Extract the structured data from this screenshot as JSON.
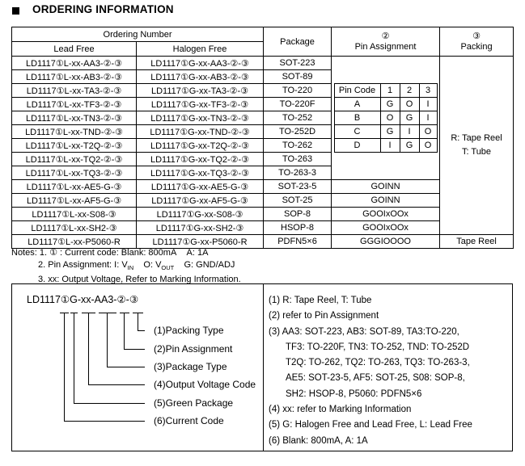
{
  "title": "ORDERING INFORMATION",
  "table": {
    "headers": {
      "ordering_number": "Ordering Number",
      "lead_free": "Lead Free",
      "halogen_free": "Halogen Free",
      "package": "Package",
      "pin_assignment_num": "②",
      "pin_assignment": "Pin Assignment",
      "packing_num": "③",
      "packing": "Packing"
    },
    "rows": [
      {
        "lead": "LD1117①L-xx-AA3-②-③",
        "halogen": "LD1117①G-xx-AA3-②-③",
        "package": "SOT-223"
      },
      {
        "lead": "LD1117①L-xx-AB3-②-③",
        "halogen": "LD1117①G-xx-AB3-②-③",
        "package": "SOT-89"
      },
      {
        "lead": "LD1117①L-xx-TA3-②-③",
        "halogen": "LD1117①G-xx-TA3-②-③",
        "package": "TO-220"
      },
      {
        "lead": "LD1117①L-xx-TF3-②-③",
        "halogen": "LD1117①G-xx-TF3-②-③",
        "package": "TO-220F"
      },
      {
        "lead": "LD1117①L-xx-TN3-②-③",
        "halogen": "LD1117①G-xx-TN3-②-③",
        "package": "TO-252"
      },
      {
        "lead": "LD1117①L-xx-TND-②-③",
        "halogen": "LD1117①G-xx-TND-②-③",
        "package": "TO-252D"
      },
      {
        "lead": "LD1117①L-xx-T2Q-②-③",
        "halogen": "LD1117①G-xx-T2Q-②-③",
        "package": "TO-262"
      },
      {
        "lead": "LD1117①L-xx-TQ2-②-③",
        "halogen": "LD1117①G-xx-TQ2-②-③",
        "package": "TO-263"
      },
      {
        "lead": "LD1117①L-xx-TQ3-②-③",
        "halogen": "LD1117①G-xx-TQ3-②-③",
        "package": "TO-263-3"
      },
      {
        "lead": "LD1117①L-xx-AE5-G-③",
        "halogen": "LD1117①G-xx-AE5-G-③",
        "package": "SOT-23-5",
        "pin": "GOINN"
      },
      {
        "lead": "LD1117①L-xx-AF5-G-③",
        "halogen": "LD1117①G-xx-AF5-G-③",
        "package": "SOT-25",
        "pin": "GOINN"
      },
      {
        "lead": "LD1117①L-xx-S08-③",
        "halogen": "LD1117①G-xx-S08-③",
        "package": "SOP-8",
        "pin": "GOOIxOOx"
      },
      {
        "lead": "LD1117①L-xx-SH2-③",
        "halogen": "LD1117①G-xx-SH2-③",
        "package": "HSOP-8",
        "pin": "GOOIxOOx"
      },
      {
        "lead": "LD1117①L-xx-P5060-R",
        "halogen": "LD1117①G-xx-P5060-R",
        "package": "PDFN5×6",
        "pin": "GGGIOOOO",
        "packing": "Tape Reel"
      }
    ],
    "packing_span": {
      "line1": "R: Tape Reel",
      "line2": "T: Tube"
    },
    "pin_table": {
      "headers": [
        "Pin Code",
        "1",
        "2",
        "3"
      ],
      "rows": [
        [
          "A",
          "G",
          "O",
          "I"
        ],
        [
          "B",
          "O",
          "G",
          "I"
        ],
        [
          "C",
          "G",
          "I",
          "O"
        ],
        [
          "D",
          "I",
          "G",
          "O"
        ]
      ]
    }
  },
  "notes": {
    "line1": "Notes: 1. ① : Current code: Blank: 800mA    A: 1A",
    "line2": {
      "a": "2. Pin Assignment: I: V",
      "a_sub": "IN",
      "b": "    O: V",
      "b_sub": "OUT",
      "c": "    G: GND/ADJ"
    },
    "line3": "3. xx: Output Voltage, Refer to Marking Information."
  },
  "diagram": {
    "part_number": "LD1117①G-xx-AA3-②-③",
    "labels": [
      "(1)Packing Type",
      "(2)Pin Assignment",
      "(3)Package Type",
      "(4)Output Voltage Code",
      "(5)Green Package",
      "(6)Current Code"
    ]
  },
  "legend": {
    "lines": [
      {
        "text": "(1) R: Tape Reel, T: Tube"
      },
      {
        "text": "(2) refer to Pin Assignment"
      },
      {
        "text": "(3) AA3: SOT-223, AB3: SOT-89, TA3:TO-220,"
      },
      {
        "text": "TF3: TO-220F, TN3: TO-252, TND: TO-252D"
      },
      {
        "text": "T2Q: TO-262, TQ2: TO-263, TQ3: TO-263-3,"
      },
      {
        "text": "AE5: SOT-23-5, AF5: SOT-25, S08: SOP-8,"
      },
      {
        "text": "SH2: HSOP-8, P5060: PDFN5×6"
      },
      {
        "text": "(4) xx: refer to Marking Information"
      },
      {
        "text": "(5) G: Halogen Free and Lead Free, L: Lead Free"
      },
      {
        "text": "(6) Blank: 800mA, A: 1A"
      }
    ]
  }
}
